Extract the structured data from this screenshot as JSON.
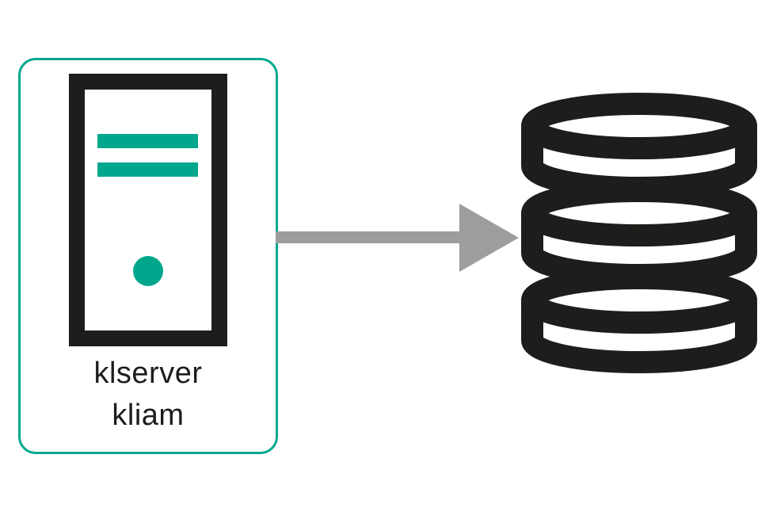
{
  "diagram": {
    "server_node": {
      "labels": [
        "klserver",
        "kliam"
      ],
      "icon": "server-icon"
    },
    "connector": {
      "icon": "arrow-right-icon",
      "direction": "right"
    },
    "target_node": {
      "icon": "database-icon"
    }
  },
  "colors": {
    "teal": "#00a78c",
    "ink": "#1d1d1b",
    "arrow_gray": "#9d9d9c",
    "background": "#ffffff",
    "node_fill": "#ffffff"
  }
}
